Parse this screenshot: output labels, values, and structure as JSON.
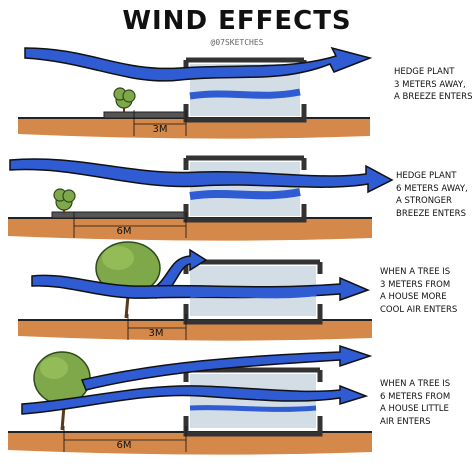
{
  "title": "WIND EFFECTS",
  "credit": "@07SKETCHES",
  "colors": {
    "wind": "#2f5bd3",
    "ground": "#d4894a",
    "building": "#333333",
    "glass": "#d3dde6",
    "tree": "#7fa84a"
  },
  "scenarios": [
    {
      "id": "hedge-3m",
      "distance_label": "3M",
      "caption": [
        "HEDGE PLANT",
        "3 METERS AWAY,",
        "A BREEZE ENTERS"
      ]
    },
    {
      "id": "hedge-6m",
      "distance_label": "6M",
      "caption": [
        "HEDGE PLANT",
        "6 METERS AWAY,",
        "A STRONGER",
        "BREEZE ENTERS"
      ]
    },
    {
      "id": "tree-3m",
      "distance_label": "3M",
      "caption": [
        "WHEN A TREE IS",
        "3 METERS FROM",
        "A HOUSE MORE",
        "COOL AIR ENTERS"
      ]
    },
    {
      "id": "tree-6m",
      "distance_label": "6M",
      "caption": [
        "WHEN A TREE IS",
        "6 METERS FROM",
        "A HOUSE LITTLE",
        "AIR ENTERS"
      ]
    }
  ]
}
